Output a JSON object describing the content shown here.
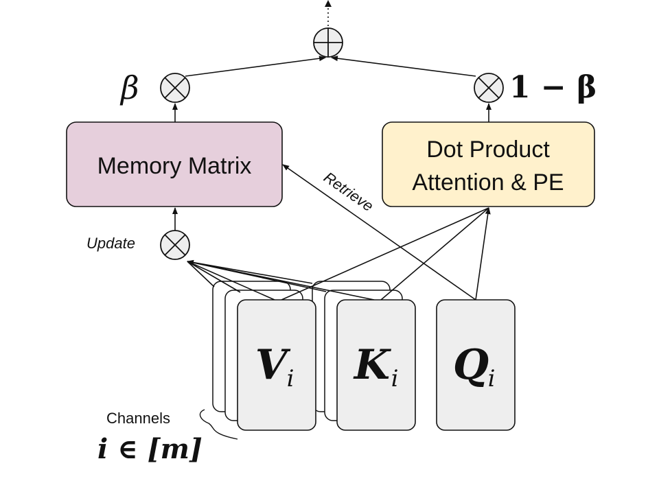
{
  "nodes": {
    "memory_matrix": "Memory Matrix",
    "dot_product_line1": "Dot Product",
    "dot_product_line2": "Attention & PE",
    "value": {
      "main": "V",
      "sub": "i"
    },
    "key": {
      "main": "K",
      "sub": "i"
    },
    "query": {
      "main": "Q",
      "sub": "i"
    }
  },
  "labels": {
    "beta": "β",
    "one_minus_beta": "1 − β",
    "update": "Update",
    "retrieve": "Retrieve",
    "channels": "Channels",
    "channel_index": "i ∈ [m]"
  },
  "colors": {
    "memory_fill": "#e6cfdc",
    "dot_product_fill": "#fff1cc",
    "input_fill": "#eeeeee",
    "stroke": "#111111"
  }
}
